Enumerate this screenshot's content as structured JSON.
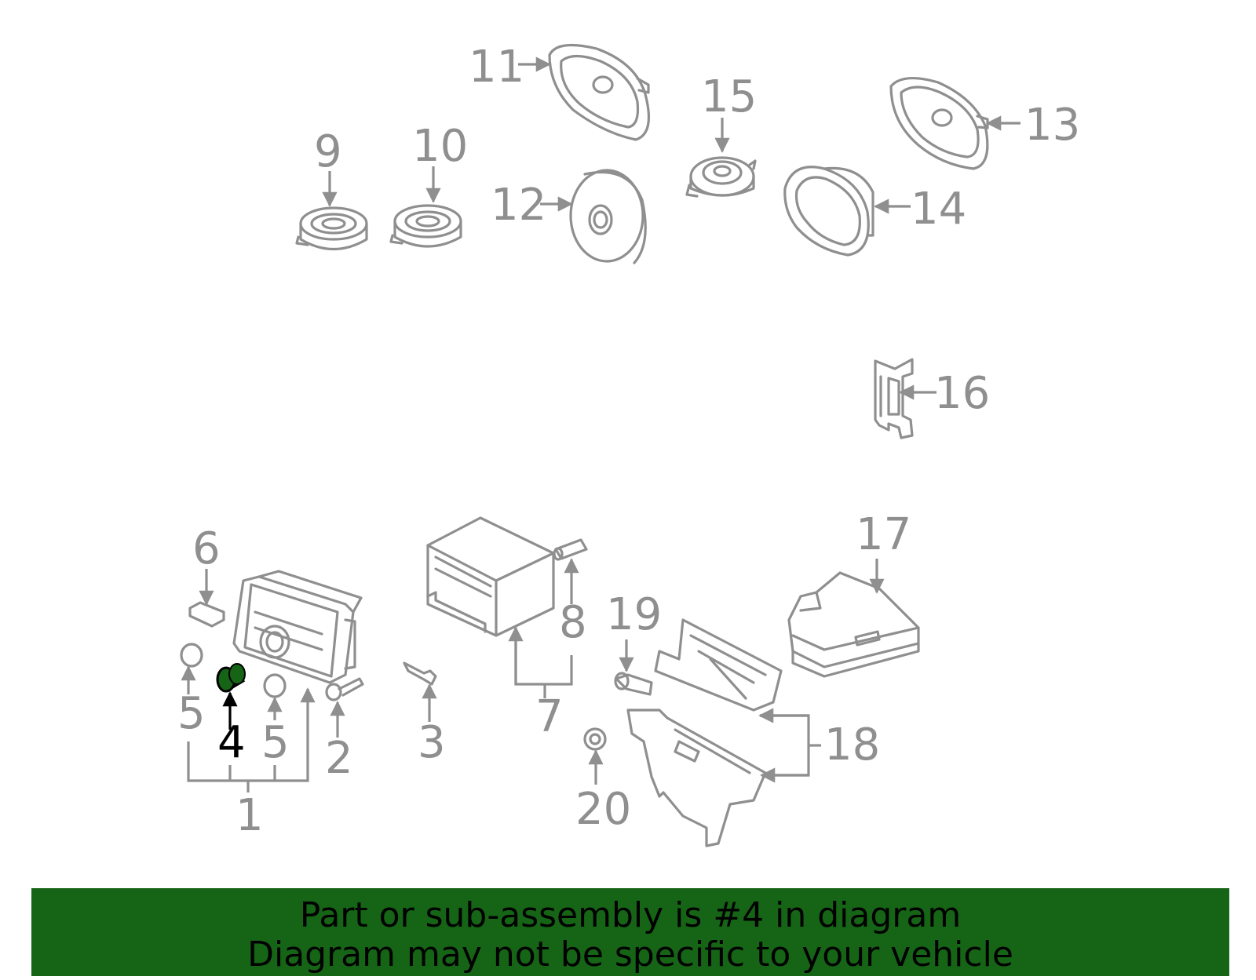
{
  "labels": {
    "n1": "1",
    "n2": "2",
    "n3": "3",
    "n4": "4",
    "n5a": "5",
    "n5b": "5",
    "n6": "6",
    "n7": "7",
    "n8": "8",
    "n9": "9",
    "n10": "10",
    "n11": "11",
    "n12": "12",
    "n13": "13",
    "n14": "14",
    "n15": "15",
    "n16": "16",
    "n17": "17",
    "n18": "18",
    "n19": "19",
    "n20": "20"
  },
  "highlight": {
    "part_number": "4",
    "color": "#166416"
  },
  "banner": {
    "line1": "Part or sub-assembly is #4 in diagram",
    "line2": "Diagram may not be specific to your vehicle",
    "background": "#166416"
  },
  "colors": {
    "line": "#8f8f8f",
    "highlight_fill": "#166416"
  }
}
